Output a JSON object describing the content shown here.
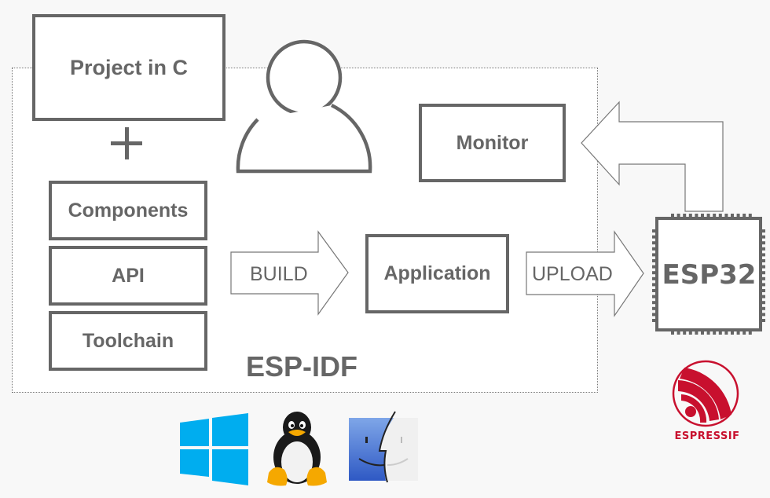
{
  "diagram": {
    "title_region": "ESP-IDF",
    "boxes": {
      "project": "Project in C",
      "components": "Components",
      "api": "API",
      "toolchain": "Toolchain",
      "monitor": "Monitor",
      "application": "Application"
    },
    "plus_symbol": "+",
    "arrows": {
      "build": "BUILD",
      "upload": "UPLOAD",
      "monitor_feedback": ""
    },
    "chip": {
      "label": "ESP32"
    },
    "brand": {
      "name": "ESPRESSIF",
      "color": "#c8102e"
    },
    "platforms": [
      {
        "name": "Windows",
        "icon": "windows-icon",
        "color": "#00adef"
      },
      {
        "name": "Linux",
        "icon": "linux-tux-icon"
      },
      {
        "name": "macOS",
        "icon": "macos-finder-icon",
        "color": "#3b6fd3"
      }
    ],
    "colors": {
      "stroke": "#666666",
      "background": "#f8f8f8",
      "region_fill": "#ffffff"
    }
  }
}
